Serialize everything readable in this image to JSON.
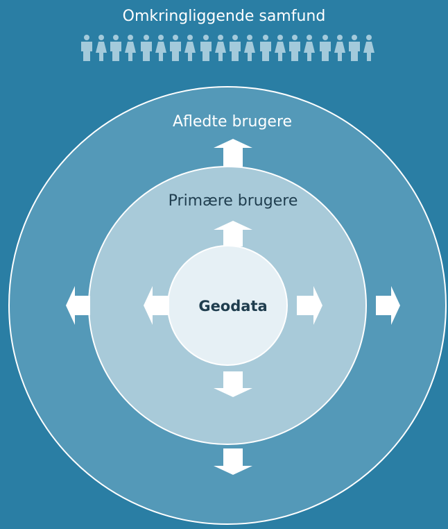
{
  "header": {
    "title": "Omkringliggende samfund",
    "people_groups": 5,
    "people_per_group": 4
  },
  "rings": {
    "outer_label": "Afledte brugere",
    "middle_label": "Primære brugere",
    "center_label": "Geodata"
  },
  "colors": {
    "background": "#2a7ea4",
    "outer_ring": "#5499b8",
    "middle_ring": "#a8cad9",
    "center": "#e6f0f5",
    "ring_outline": "#ffffff",
    "people": "#a3cadb"
  }
}
